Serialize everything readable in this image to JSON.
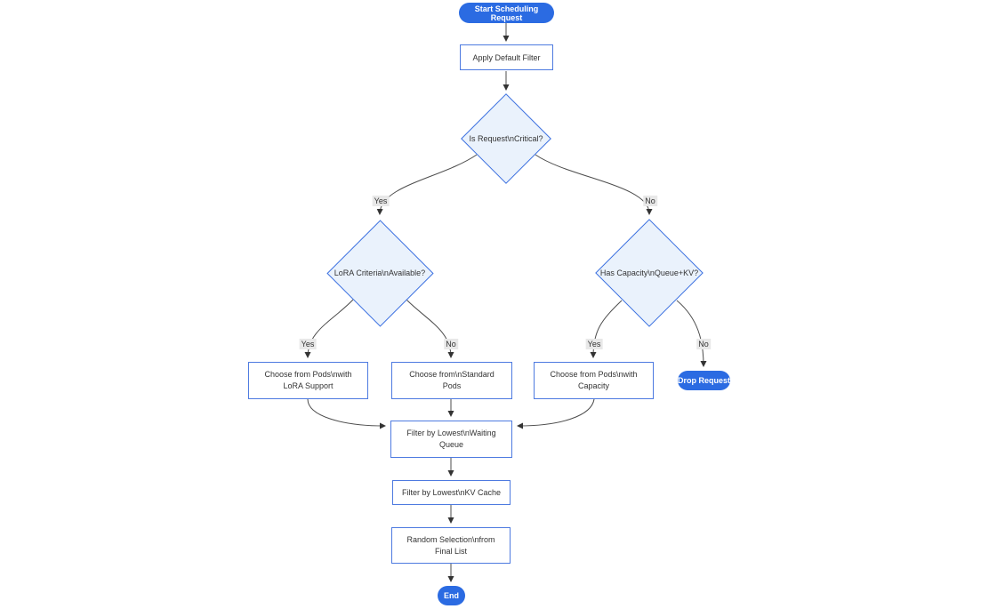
{
  "diagram": {
    "type": "flowchart",
    "background": "#ffffff",
    "colors": {
      "pill_fill": "#2B6BE2",
      "pill_text": "#ffffff",
      "rect_fill": "#ffffff",
      "rect_border": "#4D7AE0",
      "diamond_fill": "#EAF2FC",
      "diamond_border": "#3A6FE0",
      "edge_stroke": "#4C4C4C",
      "node_text": "#333333",
      "edge_label_bg": "#E8E8E8"
    },
    "nodes": {
      "start": {
        "label": "Start Scheduling Request",
        "shape": "pill"
      },
      "apply_filter": {
        "label": "Apply Default Filter",
        "shape": "rect"
      },
      "is_critical": {
        "label": "Is Request\\nCritical?",
        "shape": "diamond"
      },
      "lora_criteria": {
        "label": "LoRA Criteria\\nAvailable?",
        "shape": "diamond"
      },
      "has_capacity": {
        "label": "Has Capacity\\nQueue+KV?",
        "shape": "diamond"
      },
      "choose_lora": {
        "lines": [
          "Choose from Pods\\nwith",
          "LoRA Support"
        ],
        "shape": "rect"
      },
      "choose_standard": {
        "lines": [
          "Choose from\\nStandard",
          "Pods"
        ],
        "shape": "rect"
      },
      "choose_capacity": {
        "lines": [
          "Choose from Pods\\nwith",
          "Capacity"
        ],
        "shape": "rect"
      },
      "drop_request": {
        "label": "Drop Request",
        "shape": "pill"
      },
      "filter_queue": {
        "lines": [
          "Filter by Lowest\\nWaiting",
          "Queue"
        ],
        "shape": "rect"
      },
      "filter_kv": {
        "label": "Filter by Lowest\\nKV Cache",
        "shape": "rect"
      },
      "random_selection": {
        "lines": [
          "Random Selection\\nfrom",
          "Final List"
        ],
        "shape": "rect"
      },
      "end": {
        "label": "End",
        "shape": "pill"
      }
    },
    "edge_labels": {
      "critical_yes": "Yes",
      "critical_no": "No",
      "lora_yes": "Yes",
      "lora_no": "No",
      "capacity_yes": "Yes",
      "capacity_no": "No"
    }
  }
}
